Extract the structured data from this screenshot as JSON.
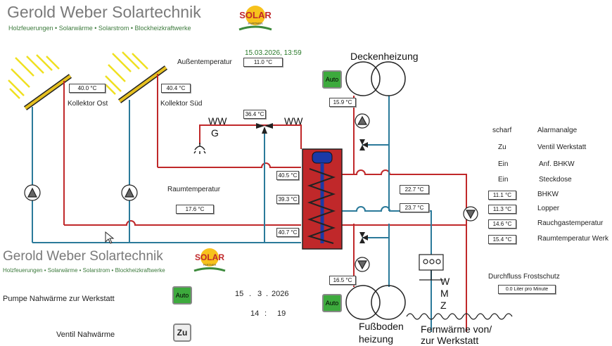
{
  "header": {
    "company": "Gerold Weber Solartechnik",
    "tagline": "Holzfeuerungen • Solarwärme • Solarstrom • Blockheizkraftwerke",
    "logo_text": "SOLAR",
    "logo_sub": "PARTNER"
  },
  "datetime": "15.03.2026,  13:59",
  "outdoor": {
    "label": "Außentemperatur",
    "value": "11.0 °C"
  },
  "collectors": [
    {
      "label": "Kollektor Ost",
      "temp": "40.0 °C"
    },
    {
      "label": "Kollektor Süd",
      "temp": "40.4 °C"
    }
  ],
  "ww": {
    "left": "WW",
    "g": "G",
    "right": "WW",
    "temp": "36.4 °C"
  },
  "room": {
    "label": "Raumtemperatur",
    "value": "17.6 °C"
  },
  "storage": {
    "t1": "40.5 °C",
    "t2": "39.3 °C",
    "t3": "40.7 °C"
  },
  "mid_temps": {
    "a": "22.7 °C",
    "b": "23.7 °C"
  },
  "deckenheizung": {
    "label": "Deckenheizung",
    "temp": "15.9 °C",
    "button": "Auto"
  },
  "fussboden": {
    "line1": "Fußboden",
    "line2": "heizung",
    "temp": "16.5 °C",
    "button": "Auto"
  },
  "fernwaerme": {
    "line1": "Fernwärme von/",
    "line2": "zur Werkstatt"
  },
  "wmz": [
    "W",
    "M",
    "Z"
  ],
  "status": [
    {
      "state": "scharf",
      "name": "Alarmanalge"
    },
    {
      "state": "Zu",
      "name": "Ventil Werkstatt"
    },
    {
      "state": "Ein",
      "name": "Anf. BHKW"
    },
    {
      "state": "Ein",
      "name": "Steckdose"
    }
  ],
  "sensors": [
    {
      "value": "11.1 °C",
      "name": "BHKW"
    },
    {
      "value": "11.3 °C",
      "name": "Lopper"
    },
    {
      "value": "14.6 °C",
      "name": "Rauchgastemperatur"
    },
    {
      "value": "15.4 °C",
      "name": "Raumtemperatur Werk"
    }
  ],
  "frost": {
    "label": "Durchfluss Frostschutz",
    "value": "0.0 Liter pro Minute"
  },
  "workshop": {
    "pump_label": "Pumpe  Nahwärme zur Werkstatt",
    "pump_button": "Auto",
    "valve_label": "Ventil Nahwärme",
    "valve_button": "Zu",
    "day": "15",
    "dot1": ".",
    "month": "3",
    "dot2": ".",
    "year": "2026",
    "hour": "14",
    "colon": ":",
    "minute": "19"
  },
  "colors": {
    "hot": "#c0282a",
    "cold": "#2b7a9a",
    "tank": "#c0282a",
    "coil": "#1a3aa8",
    "auto": "#3daa3d"
  }
}
